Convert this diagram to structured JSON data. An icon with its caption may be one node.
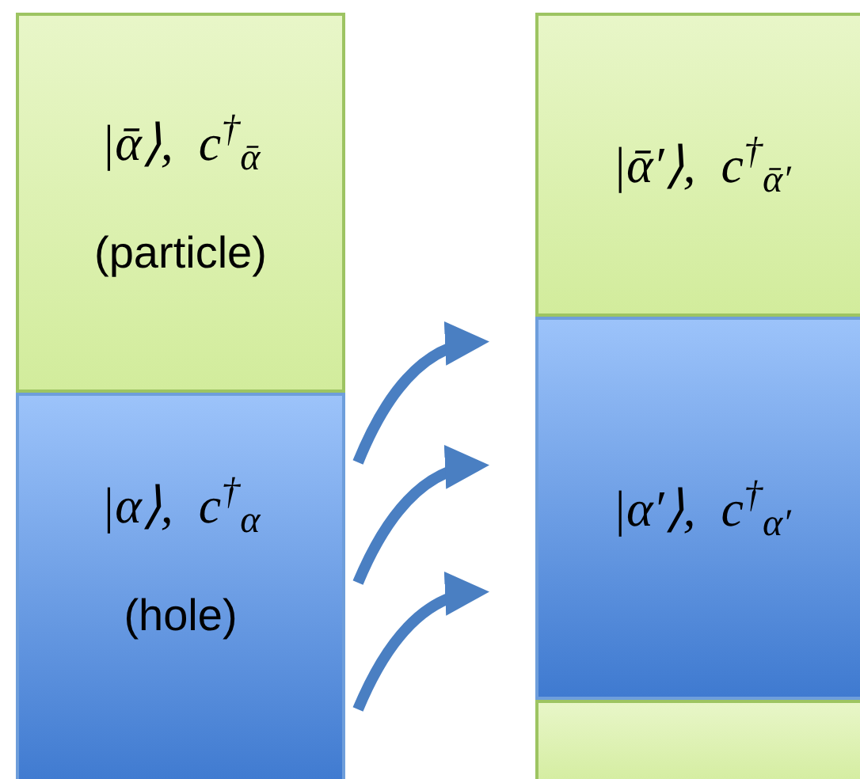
{
  "diagram": {
    "nodes": [
      {
        "text": [
          "|ᾱ⟩,  c$^{†}$$_{ᾱ}$",
          "(particle)"
        ]
      },
      {
        "text": [
          "|α⟩,  c$^{†}$$_{α}$",
          "(hole)"
        ]
      },
      {
        "text": [
          "|ᾱ′⟩,  c$^{†}$$_{ᾱ′}$"
        ]
      },
      {
        "text": [
          "|α′⟩,  c$^{†}$$_{α′}$"
        ]
      },
      {
        "text": [],
        "shape": "box"
      }
    ],
    "edges": [
      {
        "from": 1,
        "to": 3,
        "arrow": "to"
      },
      {
        "from": 1,
        "to": 3,
        "arrow": "to"
      },
      {
        "from": 1,
        "to": 3,
        "arrow": "to"
      }
    ]
  }
}
